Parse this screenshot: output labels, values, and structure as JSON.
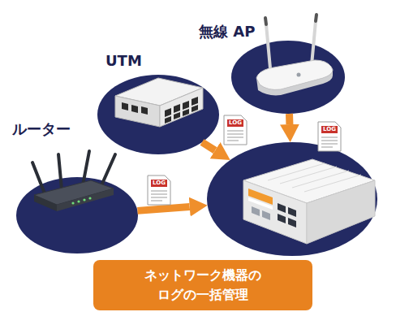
{
  "diagram": {
    "nodes": [
      {
        "text": [
          "無線 AP"
        ]
      },
      {
        "text": [
          "UTM"
        ]
      },
      {
        "text": [
          "ルーター"
        ]
      },
      {
        "text": []
      },
      {
        "text": [
          "ネットワーク機器の ログの一括管理"
        ]
      }
    ],
    "edges": [
      {
        "from": 1,
        "to": 3,
        "arrow": "to"
      },
      {
        "from": 0,
        "to": 3,
        "arrow": "to"
      },
      {
        "from": 2,
        "to": 3,
        "arrow": "to"
      }
    ],
    "labels": [
      "LOG",
      "LOG",
      "LOG"
    ]
  }
}
